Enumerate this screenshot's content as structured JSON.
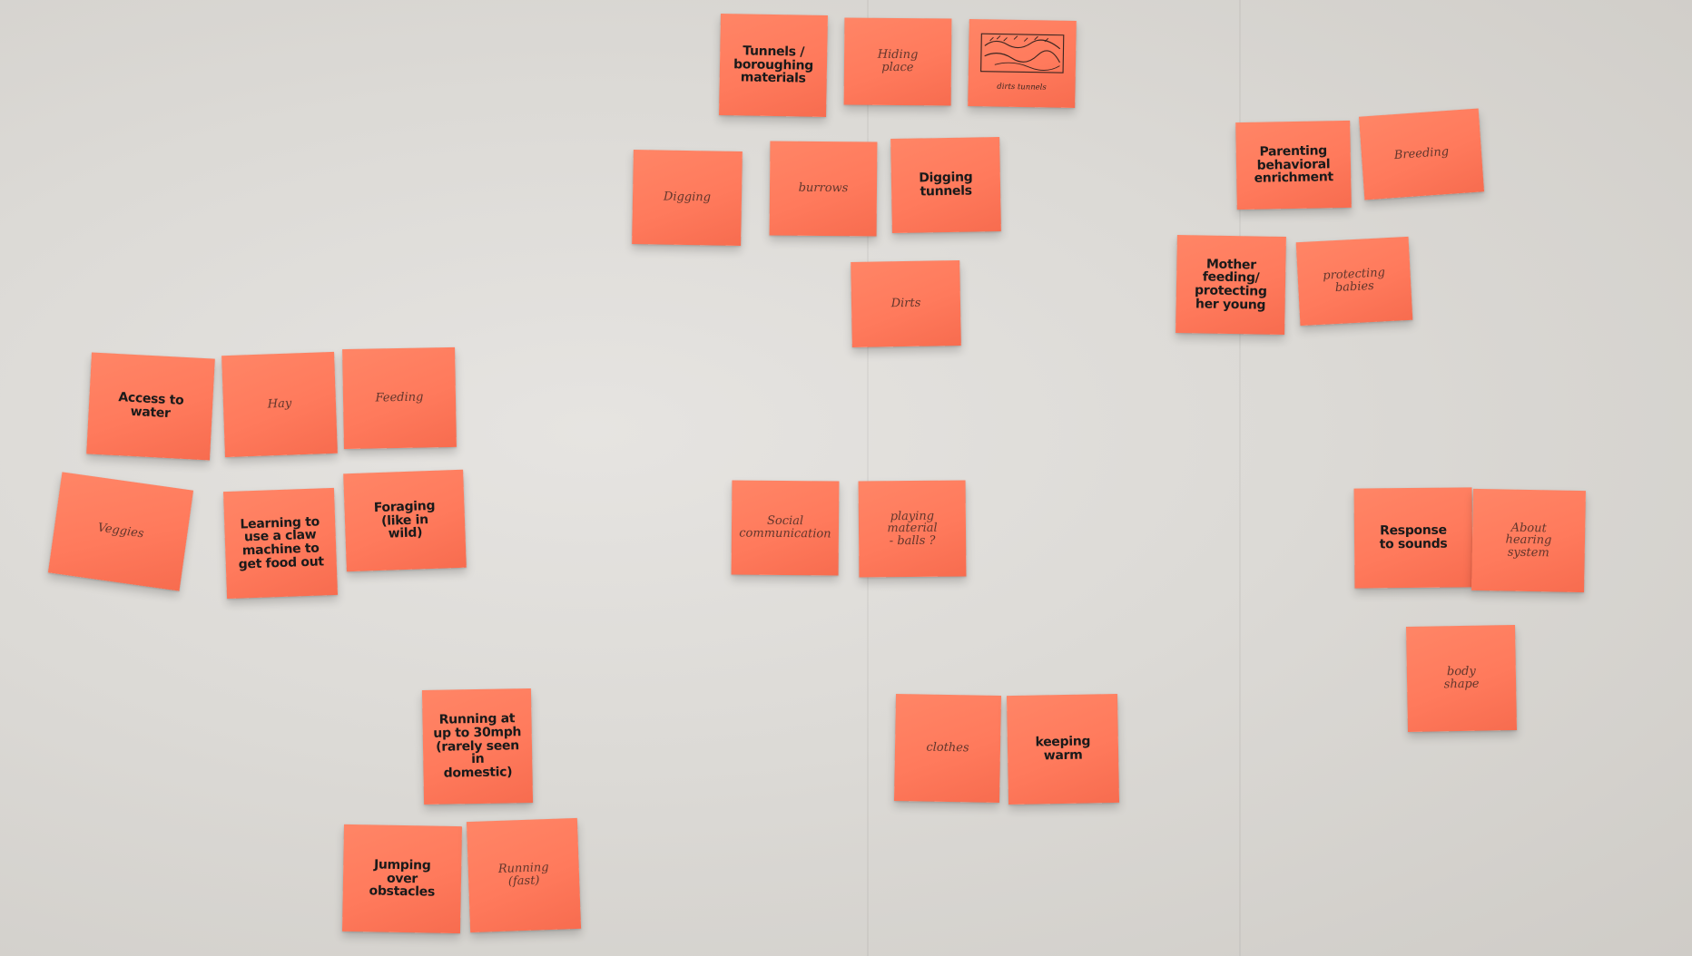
{
  "notes": [
    {
      "text": "Tunnels /\nboroughing\nmaterials",
      "style": "bold"
    },
    {
      "text": "Hiding\nplace",
      "style": "light"
    },
    {
      "text": "dirts   tunnels",
      "style": "sketch"
    },
    {
      "text": "Digging",
      "style": "light"
    },
    {
      "text": "burrows",
      "style": "light"
    },
    {
      "text": "Digging\ntunnels",
      "style": "bold"
    },
    {
      "text": "Dirts",
      "style": "light"
    },
    {
      "text": "Parenting\nbehavioral\nenrichment",
      "style": "bold"
    },
    {
      "text": "Breeding",
      "style": "light"
    },
    {
      "text": "Mother\nfeeding/\nprotecting\nher young",
      "style": "bold"
    },
    {
      "text": "protecting\nbabies",
      "style": "light"
    },
    {
      "text": "Access to\nwater",
      "style": "bold"
    },
    {
      "text": "Hay",
      "style": "light"
    },
    {
      "text": "Feeding",
      "style": "light"
    },
    {
      "text": "Veggies",
      "style": "light"
    },
    {
      "text": "Learning to\nuse a claw\nmachine to\nget food out",
      "style": "bold"
    },
    {
      "text": "Foraging\n(like in\nwild)",
      "style": "bold"
    },
    {
      "text": "Social\ncommunication",
      "style": "light"
    },
    {
      "text": "playing\nmaterial\n- balls ?",
      "style": "light"
    },
    {
      "text": "Response\nto sounds",
      "style": "bold"
    },
    {
      "text": "About\nhearing\nsystem",
      "style": "light"
    },
    {
      "text": "body\nshape",
      "style": "light"
    },
    {
      "text": "Running at\nup to 30mph\n(rarely seen in\ndomestic)",
      "style": "bold"
    },
    {
      "text": "clothes",
      "style": "light"
    },
    {
      "text": "keeping\nwarm",
      "style": "bold"
    },
    {
      "text": "Jumping\nover\nobstacles",
      "style": "bold"
    },
    {
      "text": "Running\n(fast)",
      "style": "light"
    }
  ]
}
